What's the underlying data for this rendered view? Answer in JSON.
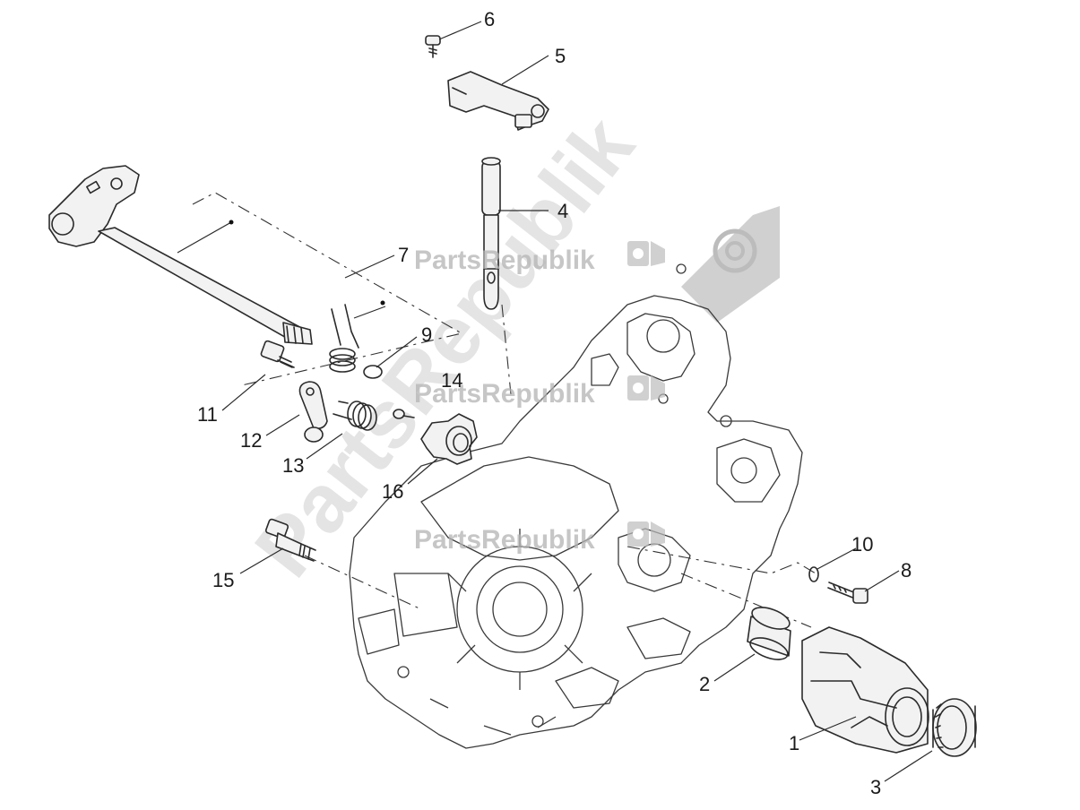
{
  "watermark": {
    "brand": "PartsRepublik",
    "diagonal": "PartsRepublik"
  },
  "callouts": [
    {
      "id": "1",
      "label": "1"
    },
    {
      "id": "2",
      "label": "2"
    },
    {
      "id": "3",
      "label": "3"
    },
    {
      "id": "4",
      "label": "4"
    },
    {
      "id": "5",
      "label": "5"
    },
    {
      "id": "6",
      "label": "6"
    },
    {
      "id": "7",
      "label": "7"
    },
    {
      "id": "8",
      "label": "8"
    },
    {
      "id": "9",
      "label": "9"
    },
    {
      "id": "10",
      "label": "10"
    },
    {
      "id": "11",
      "label": "11"
    },
    {
      "id": "12",
      "label": "12"
    },
    {
      "id": "13",
      "label": "13"
    },
    {
      "id": "14",
      "label": "14"
    },
    {
      "id": "15",
      "label": "15"
    },
    {
      "id": "16",
      "label": "16"
    }
  ]
}
